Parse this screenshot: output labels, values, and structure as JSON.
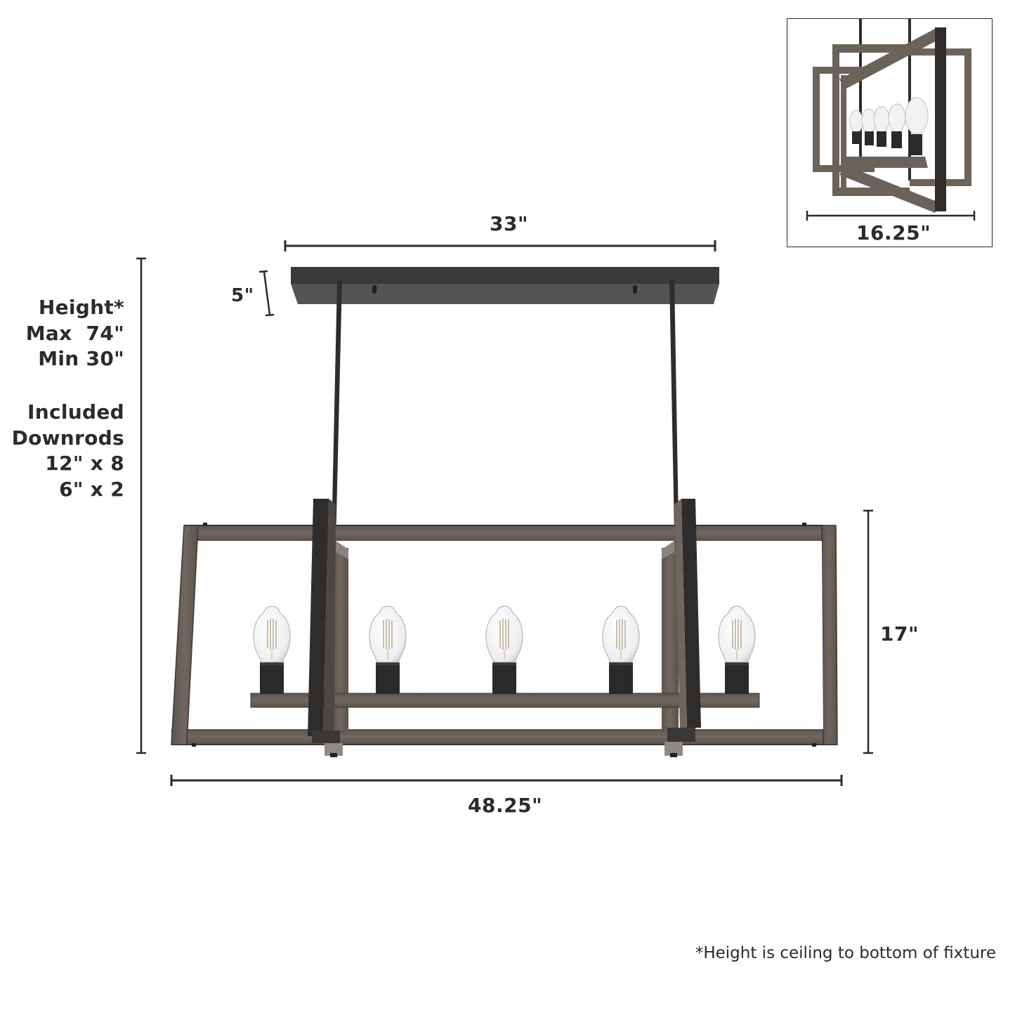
{
  "dimensions": {
    "canopy_width": "33\"",
    "canopy_height": "5\"",
    "fixture_height": "17\"",
    "fixture_width": "48.25\"",
    "fixture_depth": "16.25\""
  },
  "height_spec": {
    "title": "Height*",
    "max": "Max  74\"",
    "min": "Min 30\""
  },
  "downrods_spec": {
    "title_line1": "Included",
    "title_line2": "Downrods",
    "rod_1": "12\" x 8",
    "rod_2": "6\" x 2"
  },
  "footnote": "*Height is ceiling to bottom of fixture",
  "fixture": {
    "bulb_count": 5,
    "colors": {
      "frame_wood": "#6b6259",
      "frame_edge": "#3a3836",
      "metal_black": "#2e2d2c",
      "canopy": "#4a4a4a",
      "canopy_top": "#333333",
      "dimension_line": "#2b2b2b"
    }
  }
}
